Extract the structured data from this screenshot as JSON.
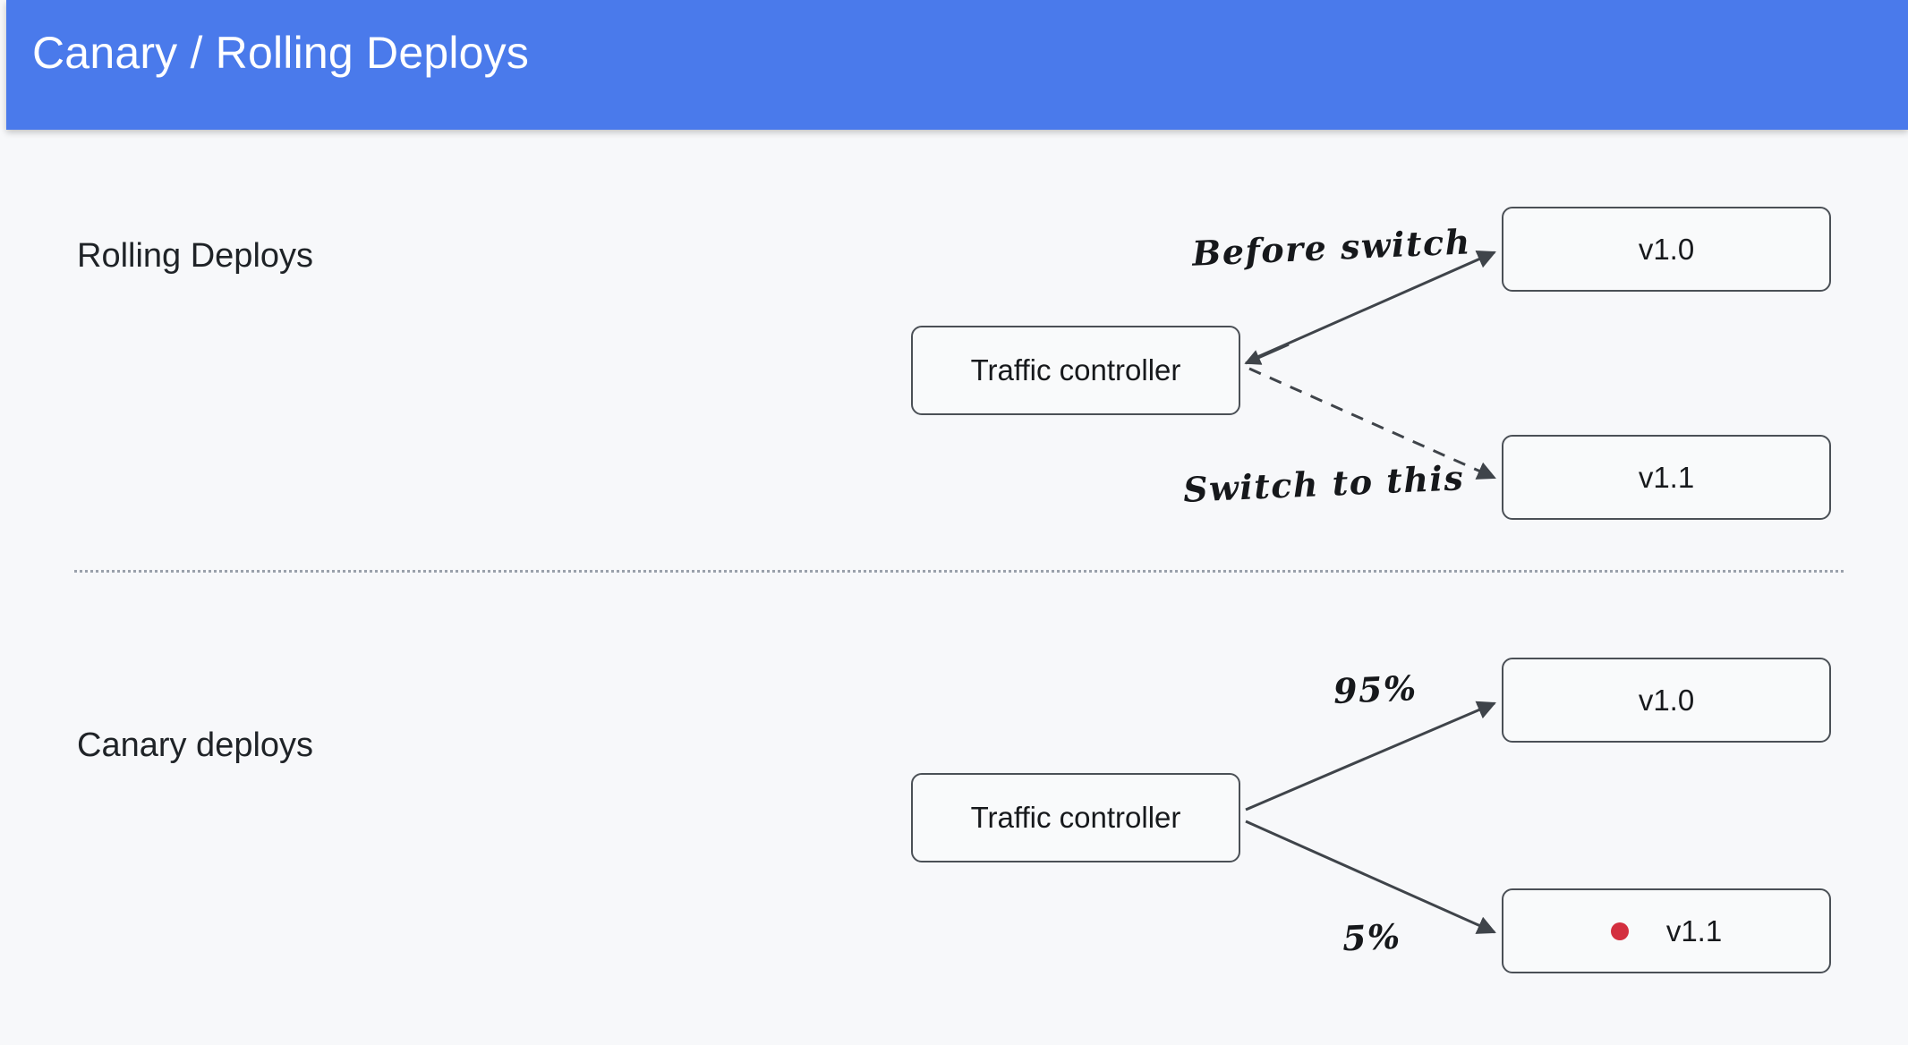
{
  "slide": {
    "background_color": "#f7f8fa",
    "header": {
      "title": "Canary / Rolling Deploys",
      "background_color": "#4a7aeb",
      "text_color": "#ffffff"
    }
  },
  "sections": [
    {
      "id": "rolling",
      "label": "Rolling Deploys",
      "nodes": {
        "controller": "Traffic controller",
        "target_primary": "v1.0",
        "target_secondary": "v1.1"
      },
      "annotations": {
        "primary_edge": "Before switch",
        "secondary_edge": "Switch to this"
      },
      "edges": [
        {
          "from": "Traffic controller",
          "to": "v1.0",
          "style": "solid",
          "label": "Before switch"
        },
        {
          "from": "Traffic controller",
          "to": "v1.1",
          "style": "dashed",
          "label": "Switch to this"
        }
      ]
    },
    {
      "id": "canary",
      "label": "Canary deploys",
      "nodes": {
        "controller": "Traffic controller",
        "target_primary": "v1.0",
        "target_secondary": "v1.1"
      },
      "annotations": {
        "primary_edge": "95%",
        "secondary_edge": "5%"
      },
      "status_dot_color": "#d32f3f",
      "edges": [
        {
          "from": "Traffic controller",
          "to": "v1.0",
          "style": "solid",
          "label": "95%"
        },
        {
          "from": "Traffic controller",
          "to": "v1.1",
          "style": "solid",
          "label": "5%"
        }
      ]
    }
  ],
  "divider": {
    "style": "dotted",
    "color": "#9aa1ab"
  }
}
